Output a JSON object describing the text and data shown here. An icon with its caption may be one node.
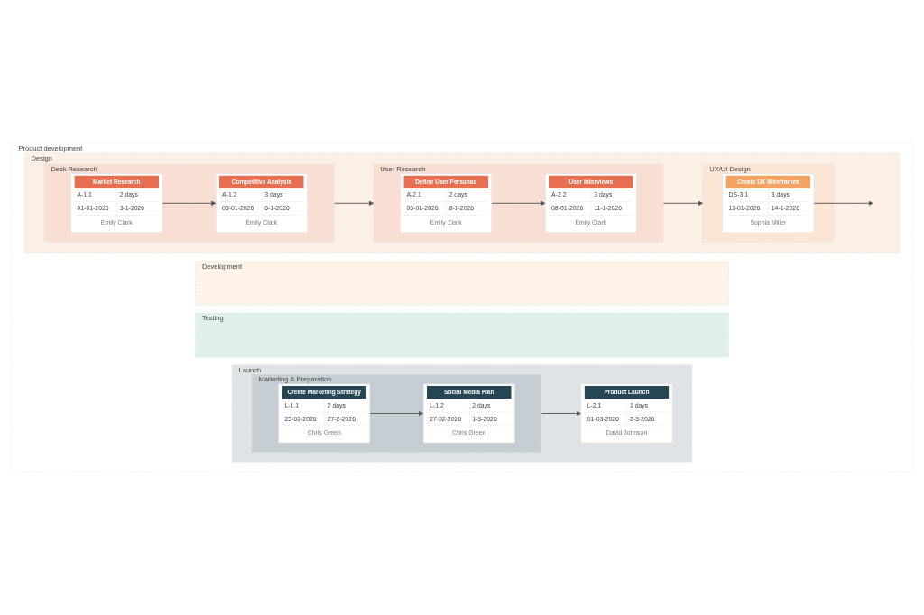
{
  "diagram": {
    "nodes": [
      {
        "text": [
          "Product development"
        ]
      },
      {
        "text": [
          "Design"
        ],
        "in": 0
      },
      {
        "text": [
          "Desk Research"
        ],
        "in": 1
      },
      {
        "text": [
          "Market Research",
          "A-1.1",
          "2 days",
          "01-01-2026",
          "3-1-2026",
          "Emily Clark"
        ],
        "in": 2
      },
      {
        "text": [
          "Competitive Analysis",
          "A-1.2",
          "3 days",
          "03-01-2026",
          "6-1-2026",
          "Emily Clark"
        ],
        "in": 2
      },
      {
        "text": [
          "User Research"
        ],
        "in": 1
      },
      {
        "text": [
          "Define User Personas",
          "A-2.1",
          "2 days",
          "06-01-2026",
          "8-1-2026",
          "Emily Clark"
        ],
        "in": 5
      },
      {
        "text": [
          "User Interviews",
          "A-2.2",
          "3 days",
          "08-01-2026",
          "11-1-2026",
          "Emily Clark"
        ],
        "in": 5
      },
      {
        "text": [
          "UX/UI Design"
        ],
        "in": 1
      },
      {
        "text": [
          "Create UX Wireframes",
          "DS-3.1",
          "3 days",
          "11-01-2026",
          "14-1-2026",
          "Sophia Miller"
        ],
        "in": 8
      },
      {
        "text": [
          "Development"
        ],
        "in": 0
      },
      {
        "text": [
          "Testing"
        ],
        "in": 0
      },
      {
        "text": [
          "Launch"
        ],
        "in": 0
      },
      {
        "text": [
          "Marketing & Preparation"
        ],
        "in": 12
      },
      {
        "text": [
          "Create Marketing Strategy",
          "L-1.1",
          "2 days",
          "25-02-2026",
          "27-2-2026",
          "Chris Green"
        ],
        "in": 13
      },
      {
        "text": [
          "Social Media Plan",
          "L-1.2",
          "2 days",
          "27-02-2026",
          "1-3-2026",
          "Chris Green"
        ],
        "in": 13
      },
      {
        "text": [
          "Product Launch",
          "L-2.1",
          "1 days",
          "01-03-2026",
          "2-3-2026",
          "David Johnson"
        ],
        "in": 12
      }
    ],
    "edges": [
      {
        "from": 3,
        "to": 4,
        "arrow": "to"
      },
      {
        "from": 2,
        "to": 5,
        "arrow": "to"
      },
      {
        "from": 6,
        "to": 7,
        "arrow": "to"
      },
      {
        "from": 5,
        "to": 8,
        "arrow": "to"
      },
      {
        "from": 9,
        "to": null,
        "arrow": "to"
      },
      {
        "from": 14,
        "to": 15,
        "arrow": "to"
      },
      {
        "from": 13,
        "to": 16,
        "arrow": "to"
      }
    ]
  }
}
